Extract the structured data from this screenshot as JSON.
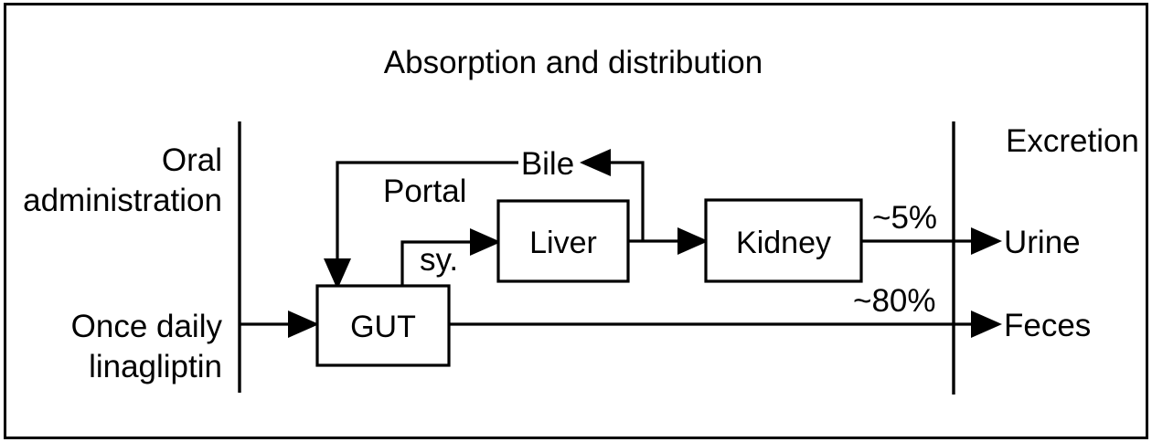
{
  "figure": {
    "title": "Absorption and distribution",
    "right_section_title": "Excretion"
  },
  "left_annotations": {
    "route_line1": "Oral",
    "route_line2": "administration",
    "dose_line1": "Once daily",
    "dose_line2": "linagliptin"
  },
  "nodes": [
    {
      "id": "gut",
      "label": "GUT"
    },
    {
      "id": "liver",
      "label": "Liver"
    },
    {
      "id": "kidney",
      "label": "Kidney"
    }
  ],
  "edge_labels": {
    "portal_line1": "Portal",
    "portal_line2": "sy.",
    "bile": "Bile",
    "urine_fraction": "~5%",
    "feces_fraction": "~80%"
  },
  "outputs": [
    {
      "id": "urine",
      "label": "Urine",
      "fraction": "~5%"
    },
    {
      "id": "feces",
      "label": "Feces",
      "fraction": "~80%"
    }
  ],
  "colors": {
    "stroke": "#000000",
    "background": "#ffffff",
    "text": "#000000"
  }
}
